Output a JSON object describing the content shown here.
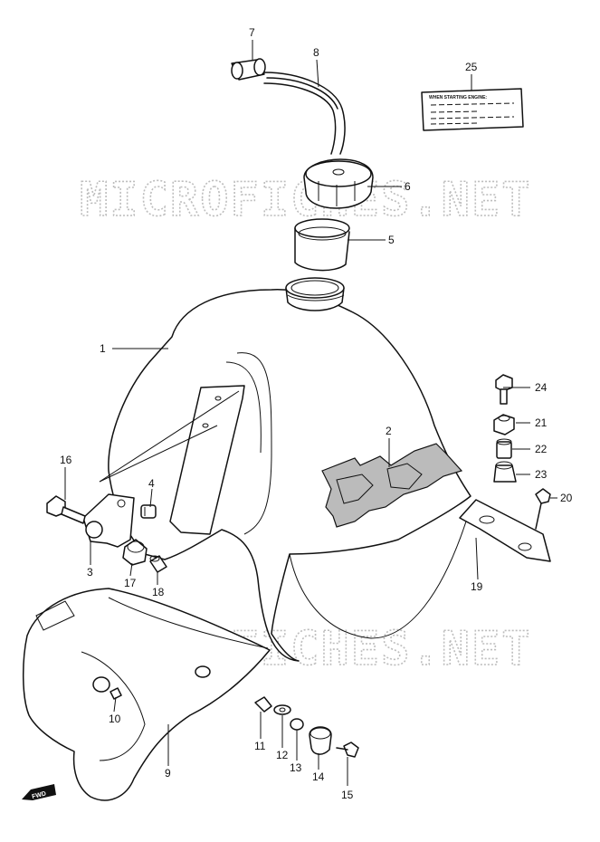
{
  "watermark": {
    "text": "MICROFICHES.NET",
    "color": "#bdbdbd"
  },
  "warning_label": {
    "heading": "WHEN STARTING ENGINE:"
  },
  "fwd_marker": {
    "text": "FWD"
  },
  "callouts": {
    "c1": "1",
    "c2": "2",
    "c3": "3",
    "c4": "4",
    "c5": "5",
    "c6": "6",
    "c7": "7",
    "c8": "8",
    "c9": "9",
    "c10": "10",
    "c11": "11",
    "c12": "12",
    "c13": "13",
    "c14": "14",
    "c15": "15",
    "c16": "16",
    "c17": "17",
    "c18": "18",
    "c19": "19",
    "c20": "20",
    "c21": "21",
    "c22": "22",
    "c23": "23",
    "c24": "24",
    "c25": "25"
  }
}
